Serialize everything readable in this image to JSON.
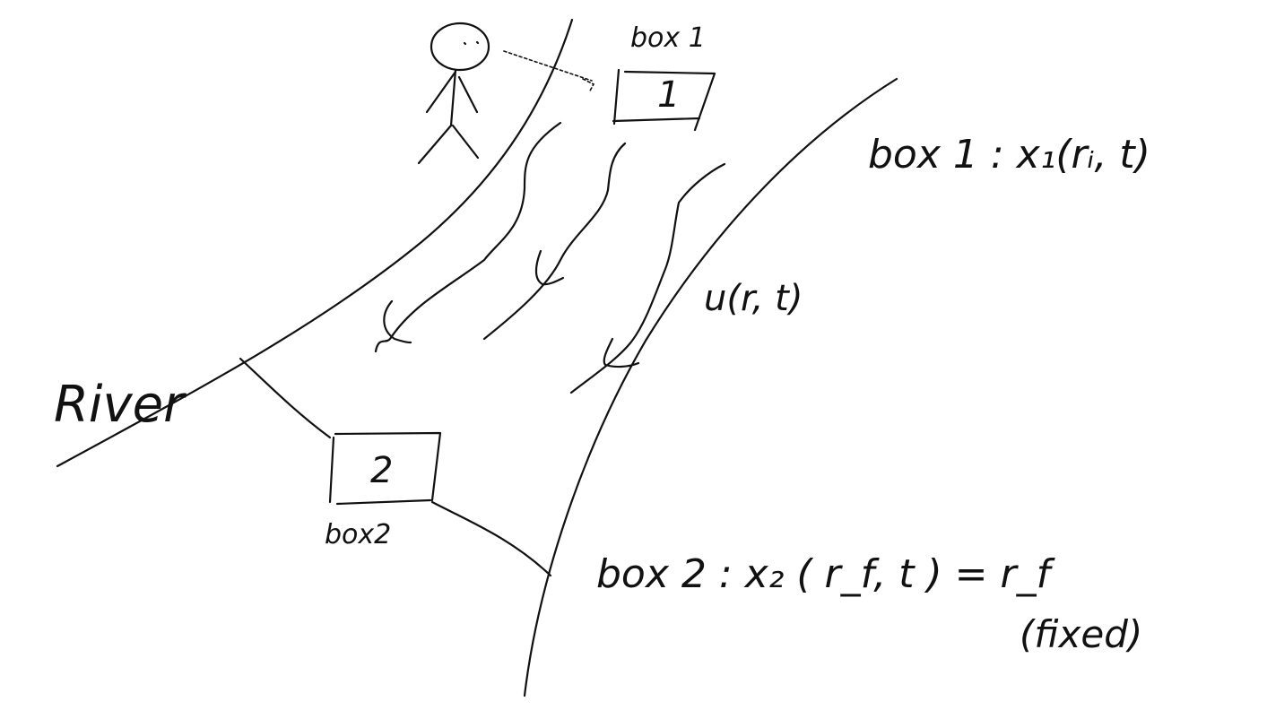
{
  "labels": {
    "river": "River",
    "box1_title": "box 1",
    "box1_number": "1",
    "box2_title": "box2",
    "box2_number": "2",
    "flow_equation": "u(r, t)",
    "box1_equation": "box 1 :  x₁(rᵢ, t)",
    "box2_equation": "box 2 :  x₂ ( r_f, t ) = r_f",
    "box2_fixed_note": "(fixed)"
  }
}
